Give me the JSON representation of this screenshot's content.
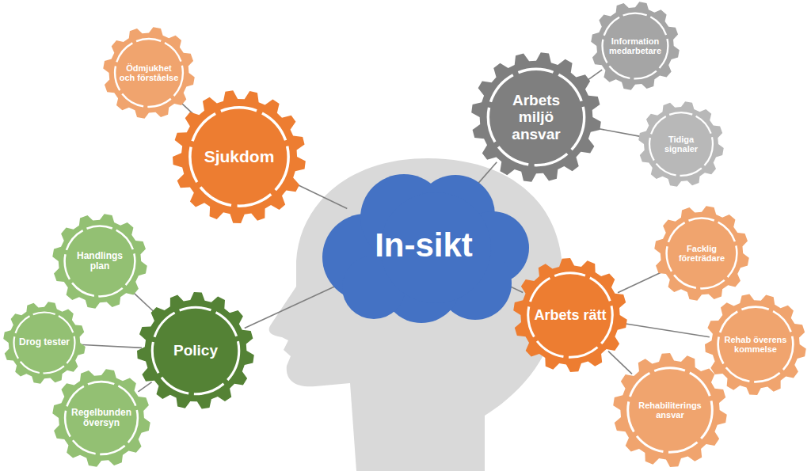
{
  "diagram": {
    "nodes": [
      {
        "text": [
          "In-sikt"
        ]
      },
      {
        "text": [
          "Sjukdom"
        ]
      },
      {
        "text": [
          "Ödmjukhet och förståelse"
        ]
      },
      {
        "text": [
          "Arbets miljö ansvar"
        ]
      },
      {
        "text": [
          "Information medarbetare"
        ]
      },
      {
        "text": [
          "Tidiga signaler"
        ]
      },
      {
        "text": [
          "Policy"
        ]
      },
      {
        "text": [
          "Handlings plan"
        ]
      },
      {
        "text": [
          "Drog tester"
        ]
      },
      {
        "text": [
          "Regelbunden översyn"
        ]
      },
      {
        "text": [
          "Arbets rätt"
        ]
      },
      {
        "text": [
          "Facklig företrädare"
        ]
      },
      {
        "text": [
          "Rehab överens kommelse"
        ]
      },
      {
        "text": [
          "Rehabiliterings ansvar"
        ]
      }
    ],
    "edges": [
      {
        "from": 0,
        "to": 1,
        "arrow": "none"
      },
      {
        "from": 1,
        "to": 2,
        "arrow": "none"
      },
      {
        "from": 0,
        "to": 3,
        "arrow": "none"
      },
      {
        "from": 3,
        "to": 4,
        "arrow": "none"
      },
      {
        "from": 3,
        "to": 5,
        "arrow": "none"
      },
      {
        "from": 0,
        "to": 6,
        "arrow": "none"
      },
      {
        "from": 6,
        "to": 7,
        "arrow": "none"
      },
      {
        "from": 6,
        "to": 8,
        "arrow": "none"
      },
      {
        "from": 6,
        "to": 9,
        "arrow": "none"
      },
      {
        "from": 0,
        "to": 10,
        "arrow": "none"
      },
      {
        "from": 10,
        "to": 11,
        "arrow": "none"
      },
      {
        "from": 10,
        "to": 12,
        "arrow": "none"
      },
      {
        "from": 10,
        "to": 13,
        "arrow": "none"
      }
    ]
  }
}
